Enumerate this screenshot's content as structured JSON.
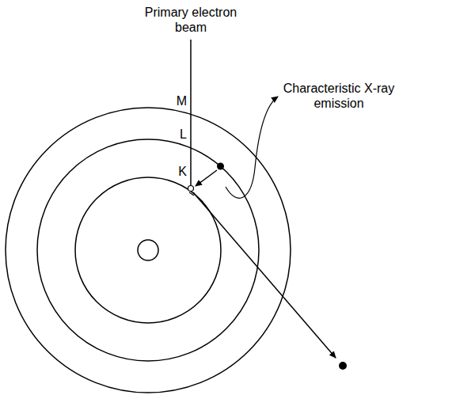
{
  "diagram": {
    "labels": [
      "Primary electron beam",
      "M",
      "L",
      "K",
      "Characteristic X-ray emission"
    ]
  }
}
